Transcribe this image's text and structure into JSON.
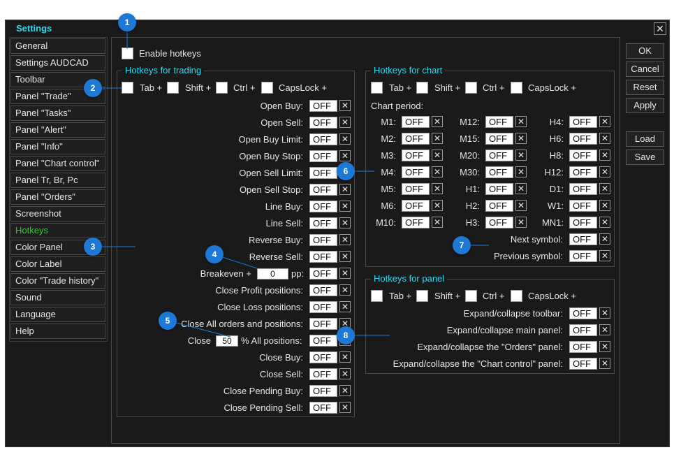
{
  "window": {
    "title": "Settings",
    "close_label": "✕"
  },
  "nav": {
    "items": [
      "General",
      "Settings AUDCAD",
      "Toolbar",
      "Panel \"Trade\"",
      "Panel \"Tasks\"",
      "Panel \"Alert\"",
      "Panel \"Info\"",
      "Panel \"Chart control\"",
      "Panel Tr, Br, Pc",
      "Panel \"Orders\"",
      "Screenshot",
      "Hotkeys",
      "Color Panel",
      "Color Label",
      "Color \"Trade history\"",
      "Sound",
      "Language",
      "Help"
    ],
    "active": "Hotkeys",
    "active_color": "#27d427"
  },
  "enable_hotkeys": "Enable hotkeys",
  "modifiers": {
    "tab": "Tab +",
    "shift": "Shift +",
    "ctrl": "Ctrl +",
    "capslock": "CapsLock +"
  },
  "off_label": "OFF",
  "x_label": "✕",
  "trading": {
    "title": "Hotkeys for trading",
    "rows": [
      {
        "label": "Open Buy:"
      },
      {
        "label": "Open Sell:"
      },
      {
        "label": "Open Buy Limit:"
      },
      {
        "label": "Open Buy Stop:"
      },
      {
        "label": "Open Sell Limit:"
      },
      {
        "label": "Open Sell Stop:"
      },
      {
        "label": "Line Buy:"
      },
      {
        "label": "Line Sell:"
      },
      {
        "label": "Reverse Buy:"
      },
      {
        "label": "Reverse Sell:"
      },
      {
        "label": "Breakeven +",
        "suffix": "pp:",
        "input": "0"
      },
      {
        "label": "Close Profit positions:"
      },
      {
        "label": "Close Loss positions:"
      },
      {
        "label": "Close All orders and positions:"
      },
      {
        "label": "Close",
        "suffix": "% All positions:",
        "input": "50"
      },
      {
        "label": "Close Buy:"
      },
      {
        "label": "Close Sell:"
      },
      {
        "label": "Close Pending Buy:"
      },
      {
        "label": "Close Pending Sell:"
      }
    ]
  },
  "chart": {
    "title": "Hotkeys for chart",
    "period_label": "Chart period:",
    "col1": [
      "M1:",
      "M2:",
      "M3:",
      "M4:",
      "M5:",
      "M6:",
      "M10:"
    ],
    "col2": [
      "M12:",
      "M15:",
      "M20:",
      "M30:",
      "H1:",
      "H2:",
      "H3:"
    ],
    "col3": [
      "H4:",
      "H6:",
      "H8:",
      "H12:",
      "D1:",
      "W1:",
      "MN1:"
    ],
    "next_symbol": "Next symbol:",
    "prev_symbol": "Previous symbol:"
  },
  "panel": {
    "title": "Hotkeys for panel",
    "rows": [
      "Expand/collapse toolbar:",
      "Expand/collapse main panel:",
      "Expand/collapse the \"Orders\" panel:",
      "Expand/collapse the \"Chart control\" panel:"
    ]
  },
  "buttons": {
    "ok": "OK",
    "cancel": "Cancel",
    "reset": "Reset",
    "apply": "Apply",
    "load": "Load",
    "save": "Save"
  },
  "callouts": [
    "1",
    "2",
    "3",
    "4",
    "5",
    "6",
    "7",
    "8"
  ],
  "colors": {
    "accent": "#35d7ef",
    "callout": "#1e78d6",
    "background": "#1a1a1a"
  }
}
